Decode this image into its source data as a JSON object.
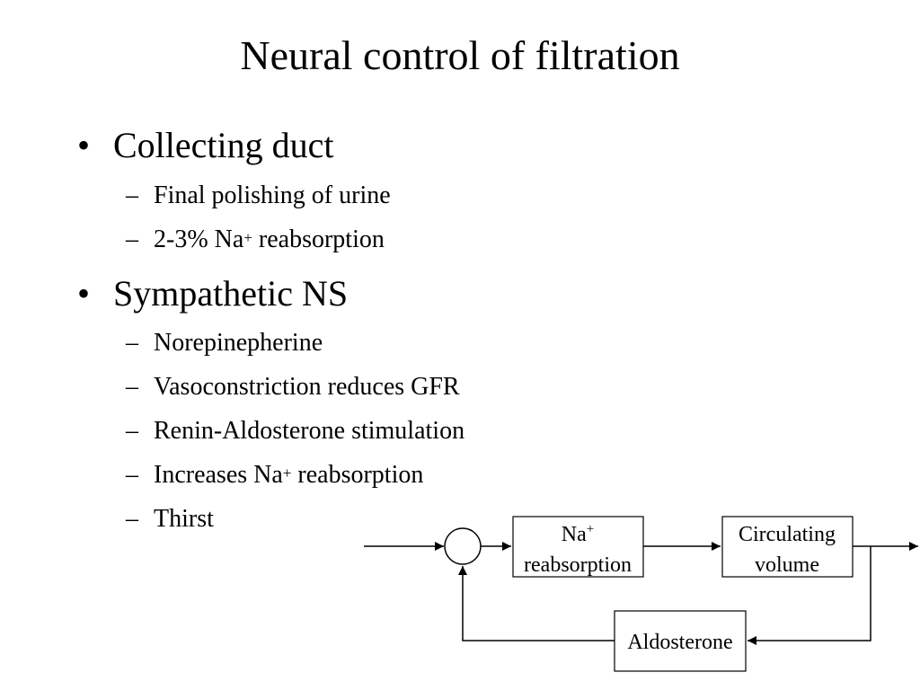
{
  "slide": {
    "title": "Neural control of filtration",
    "bullets": [
      {
        "mark": "•",
        "text": "Collecting duct",
        "subs": [
          {
            "mark": "–",
            "text": "Final polishing of urine"
          },
          {
            "mark": "–",
            "before": "2-3% Na",
            "ion": "+",
            "after": " reabsorption"
          }
        ]
      },
      {
        "mark": "•",
        "text": "Sympathetic NS",
        "subs": [
          {
            "mark": "–",
            "text": "Norepinepherine"
          },
          {
            "mark": "–",
            "text": "Vasoconstriction reduces GFR"
          },
          {
            "mark": "–",
            "text": "Renin-Aldosterone stimulation"
          },
          {
            "mark": "–",
            "before": "Increases Na",
            "ion": "+",
            "after": " reabsorption"
          },
          {
            "mark": "–",
            "text": "Thirst"
          }
        ]
      }
    ]
  },
  "diagram": {
    "na_box": {
      "line1_base": "Na",
      "line1_sup": "+",
      "line2": "reabsorption"
    },
    "volume_box": {
      "line1": "Circulating",
      "line2": "volume"
    },
    "aldosterone_box": {
      "label": "Aldosterone"
    }
  }
}
